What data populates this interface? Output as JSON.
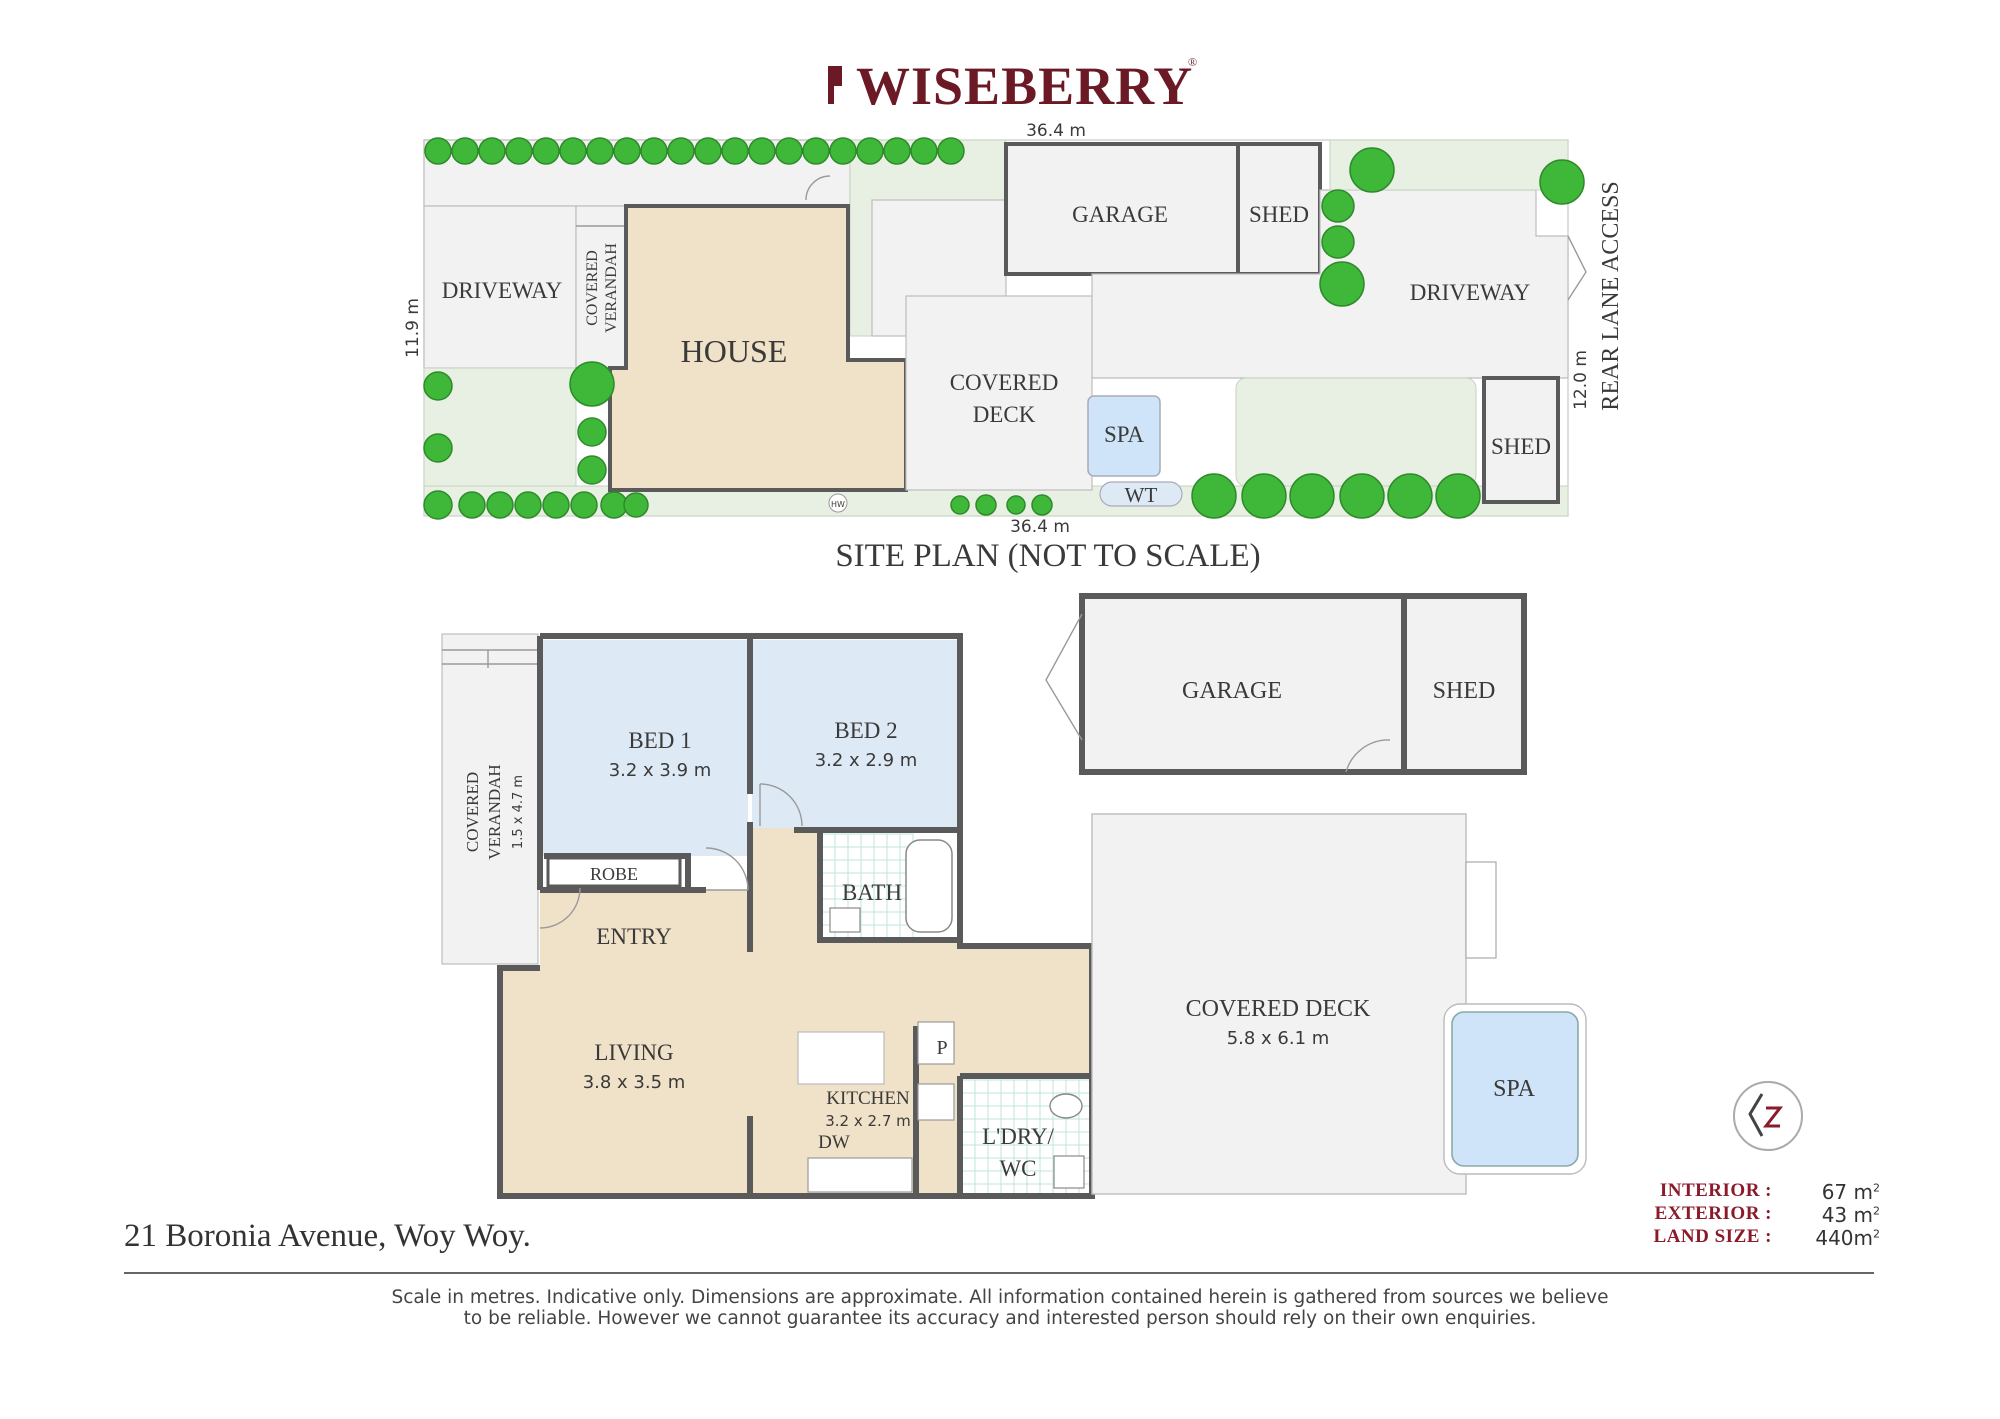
{
  "brand": {
    "name": "WISEBERRY",
    "mark": "®",
    "color": "#6b1a25"
  },
  "site_plan": {
    "title": "SITE PLAN (NOT TO SCALE)",
    "dim_top": "36.4 m",
    "dim_bottom": "36.4 m",
    "dim_left": "11.9 m",
    "dim_right": "12.0 m",
    "rear_access": "REAR LANE ACCESS",
    "labels": {
      "driveway_front": "DRIVEWAY",
      "verandah_line1": "COVERED",
      "verandah_line2": "VERANDAH",
      "house": "HOUSE",
      "garage": "GARAGE",
      "shed_top": "SHED",
      "deck_line1": "COVERED",
      "deck_line2": "DECK",
      "spa": "SPA",
      "wt": "WT",
      "driveway_rear": "DRIVEWAY",
      "shed_rear": "SHED",
      "hw": "HW"
    }
  },
  "floor_plan": {
    "bed1": {
      "name": "BED 1",
      "dims": "3.2 x 3.9 m"
    },
    "bed2": {
      "name": "BED 2",
      "dims": "3.2 x 2.9 m"
    },
    "robe": "ROBE",
    "bath": "BATH",
    "entry": "ENTRY",
    "living": {
      "name": "LIVING",
      "dims": "3.8 x 3.5 m"
    },
    "kitchen": {
      "name": "KITCHEN",
      "dims": "3.2 x 2.7 m"
    },
    "dw": "DW",
    "pantry": "P",
    "laundry_line1": "L'DRY/",
    "laundry_line2": "WC",
    "verandah": {
      "line1": "COVERED",
      "line2": "VERANDAH",
      "dims": "1.5 x 4.7 m"
    },
    "garage": "GARAGE",
    "shed": "SHED",
    "deck": {
      "name": "COVERED DECK",
      "dims": "5.8 x 6.1 m"
    },
    "spa": "SPA"
  },
  "address": "21 Boronia Avenue, Woy Woy.",
  "areas": [
    {
      "label": "INTERIOR :",
      "value": "67 m",
      "sup": "2"
    },
    {
      "label": "EXTERIOR :",
      "value": "43 m",
      "sup": "2"
    },
    {
      "label": "LAND SIZE :",
      "value": "440m",
      "sup": "2"
    }
  ],
  "disclaimer_line1": "Scale in metres. Indicative only. Dimensions are approximate. All information contained herein is gathered from sources we believe",
  "disclaimer_line2": "to be reliable. However we cannot guarantee its accuracy and interested person should rely on their own enquiries.",
  "colors": {
    "wall": "#5a5a5a",
    "bedroom": "#dde9f5",
    "living": "#f0e2c8",
    "paving": "#f2f2f2",
    "lawn": "#e8efe3",
    "spa": "#cfe4f8",
    "tree": "#3fb83a",
    "accent": "#8b1a2b"
  },
  "icons": [
    "north-compass-icon",
    "tree-icon",
    "shrub-icon"
  ]
}
